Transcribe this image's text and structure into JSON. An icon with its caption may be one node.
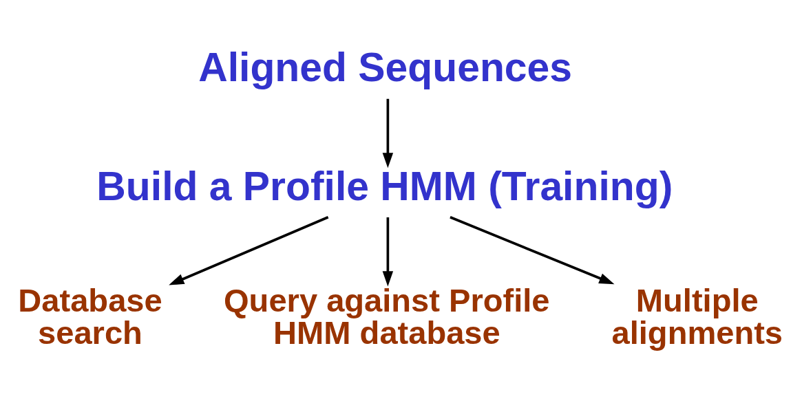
{
  "diagram": {
    "nodes": [
      {
        "text": [
          "Aligned Sequences"
        ]
      },
      {
        "text": [
          "Build a Profile HMM (Training)"
        ]
      },
      {
        "text": [
          "Database search"
        ]
      },
      {
        "text": [
          "Query against Profile HMM database"
        ]
      },
      {
        "text": [
          "Multiple alignments"
        ]
      }
    ],
    "edges": [
      {
        "from": 0,
        "to": 1,
        "arrow": "to"
      },
      {
        "from": 1,
        "to": 2,
        "arrow": "to"
      },
      {
        "from": 1,
        "to": 3,
        "arrow": "to"
      },
      {
        "from": 1,
        "to": 4,
        "arrow": "to"
      }
    ]
  }
}
